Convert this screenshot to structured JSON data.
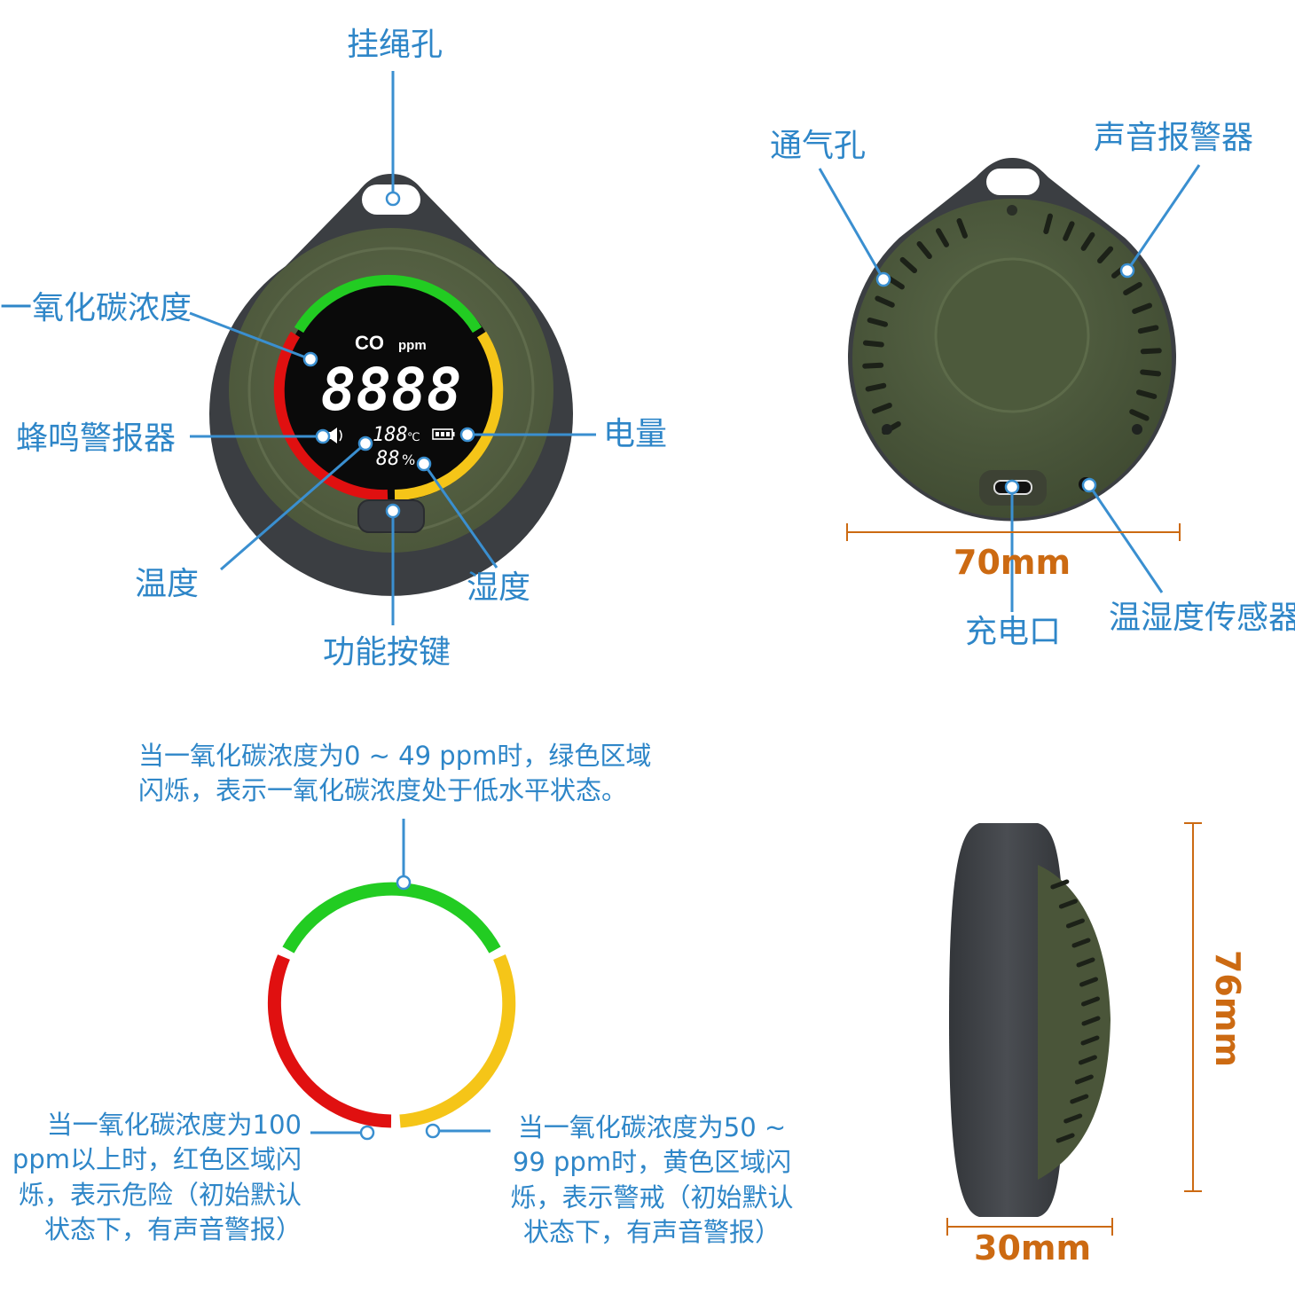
{
  "front_labels": {
    "lanyard_hole": "挂绳孔",
    "co_concentration": "一氧化碳浓度",
    "buzzer": "蜂鸣警报器",
    "battery": "电量",
    "temperature": "温度",
    "humidity": "湿度",
    "function_button": "功能按键"
  },
  "lcd": {
    "gas": "CO",
    "unit": "ppm",
    "digits": "8888",
    "temp": "188",
    "temp_unit": "℃",
    "humidity": "88",
    "humidity_unit": "%"
  },
  "back_labels": {
    "vent_holes": "通气孔",
    "sound_alarm": "声音报警器",
    "charging_port": "充电口",
    "temp_humidity_sensor": "温湿度传感器"
  },
  "dimensions": {
    "width": "70mm",
    "height": "76mm",
    "depth": "30mm"
  },
  "ring_notes": {
    "green": [
      "当一氧化碳浓度为0 ~ 49 ppm时，绿色区域",
      "闪烁，表示一氧化碳浓度处于低水平状态。"
    ],
    "red": [
      "当一氧化碳浓度为100",
      "ppm以上时，红色区域闪",
      "烁，表示危险（初始默认",
      "状态下，有声音警报）"
    ],
    "yellow": [
      "当一氧化碳浓度为50 ~",
      "99 ppm时，黄色区域闪",
      "烁，表示警戒（初始默认",
      "状态下，有声音警报）"
    ]
  },
  "colors": {
    "label_blue": "#2e86c8",
    "dimension_orange": "#cc6a12",
    "ring_green": "#22cc22",
    "ring_yellow": "#f5c518",
    "ring_red": "#e01010",
    "device_green": "#4f5a3e",
    "device_bumper": "#3b3e42"
  }
}
